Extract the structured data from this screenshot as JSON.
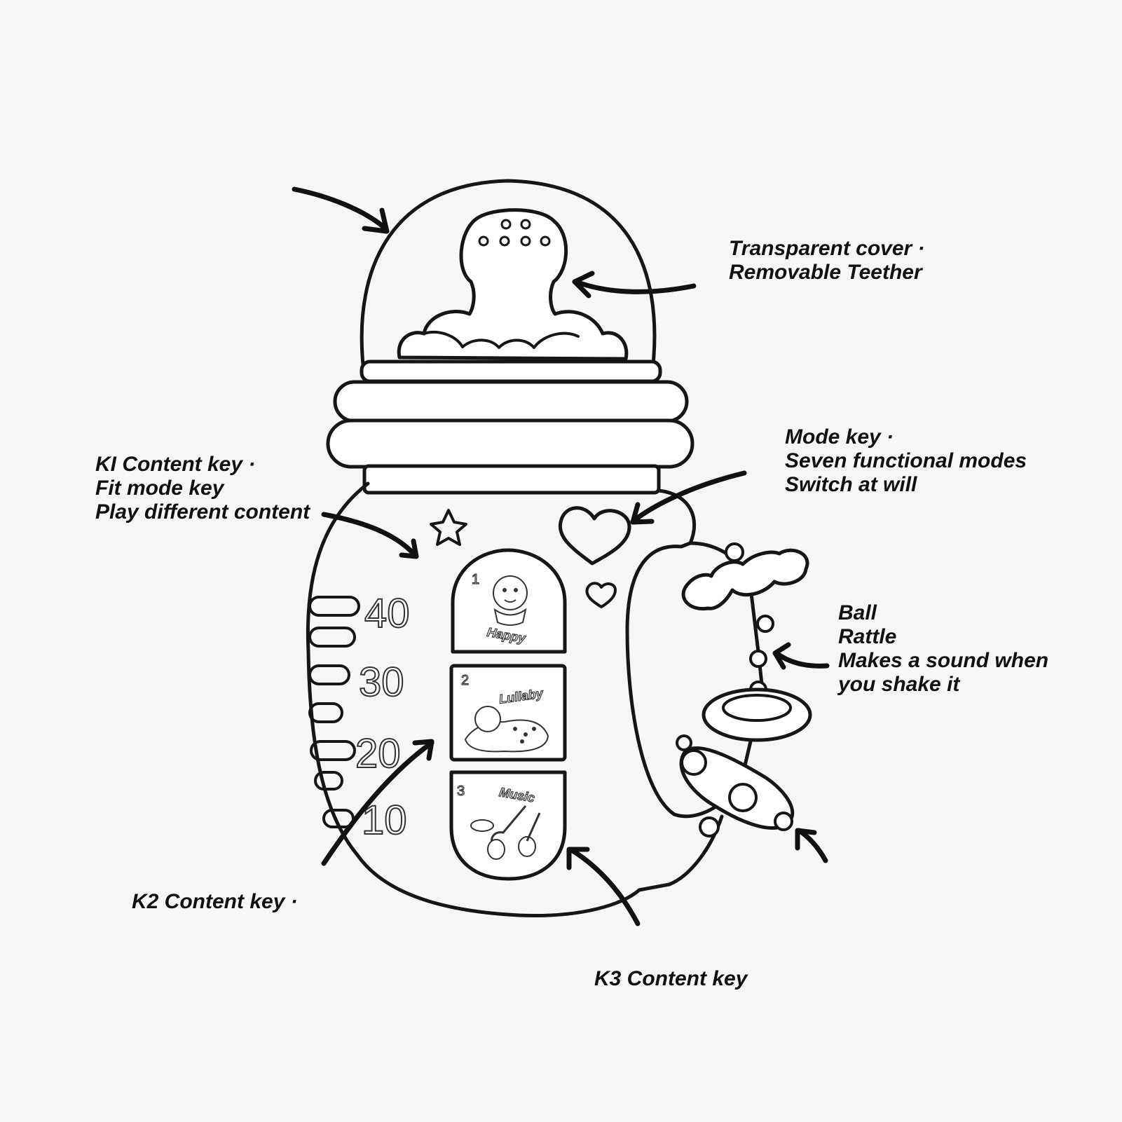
{
  "labels": {
    "transparent_cover": {
      "line1": "Transparent cover ·",
      "line2": "Removable Teether"
    },
    "mode_key": {
      "line1": "Mode key ·",
      "line2": "Seven functional modes",
      "line3": "Switch at will"
    },
    "k1": {
      "line1": "KI Content key ·",
      "line2": "Fit mode key",
      "line3": "Play different content"
    },
    "ball": {
      "line1": "Ball",
      "line2": "Rattle",
      "line3": "Makes a sound when",
      "line4": "you shake it"
    },
    "k2": {
      "line1": "K2 Content key ·"
    },
    "k3": {
      "line1": "K3 Content key"
    }
  },
  "scale_marks": [
    "40",
    "30",
    "20",
    "10"
  ],
  "content_cards": [
    {
      "number": "1",
      "title": "Happy"
    },
    {
      "number": "2",
      "title": "Lullaby"
    },
    {
      "number": "3",
      "title": "Music"
    }
  ],
  "colors": {
    "background": "#f8f6f4",
    "line": "#161616",
    "fill": "#ffffff"
  }
}
